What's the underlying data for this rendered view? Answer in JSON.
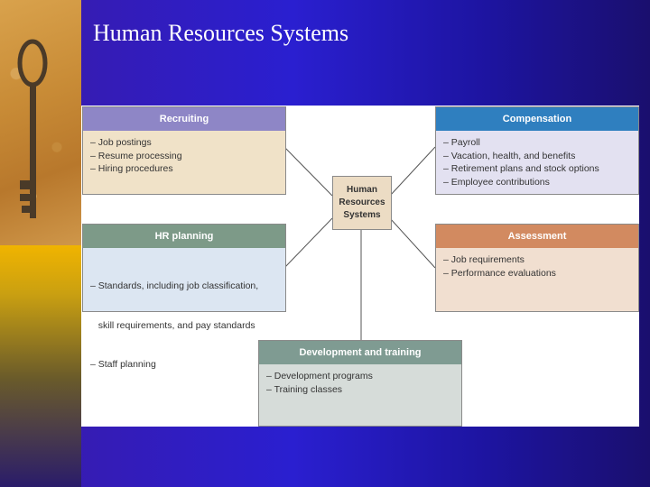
{
  "slide": {
    "title": "Human Resources Systems"
  },
  "center": {
    "lines": [
      "Human",
      "Resources",
      "Systems"
    ]
  },
  "recruiting": {
    "title": "Recruiting",
    "items": [
      "– Job postings",
      "– Resume processing",
      "– Hiring procedures"
    ]
  },
  "compensation": {
    "title": "Compensation",
    "items": [
      "– Payroll",
      "– Vacation, health, and benefits",
      "– Retirement plans and stock options",
      "– Employee contributions"
    ]
  },
  "hr_planning": {
    "title": "HR planning",
    "items": [
      "– Standards, including job classification,",
      "   skill requirements, and pay standards",
      "– Staff planning"
    ]
  },
  "assessment": {
    "title": "Assessment",
    "items": [
      "– Job requirements",
      "– Performance evaluations"
    ]
  },
  "development": {
    "title": "Development and training",
    "items": [
      "– Development programs",
      "– Training classes"
    ]
  },
  "colors": {
    "recruiting_header": "#8e86c6",
    "recruiting_body": "#f0e2c8",
    "compensation_header": "#2f7fbf",
    "compensation_body": "#e3e1f1",
    "hr_header": "#7d9a88",
    "hr_body": "#dce6f2",
    "assessment_header": "#d28a60",
    "assessment_body": "#f1dfd0",
    "development_header": "#7f9b92",
    "development_body": "#d6dcd9"
  }
}
